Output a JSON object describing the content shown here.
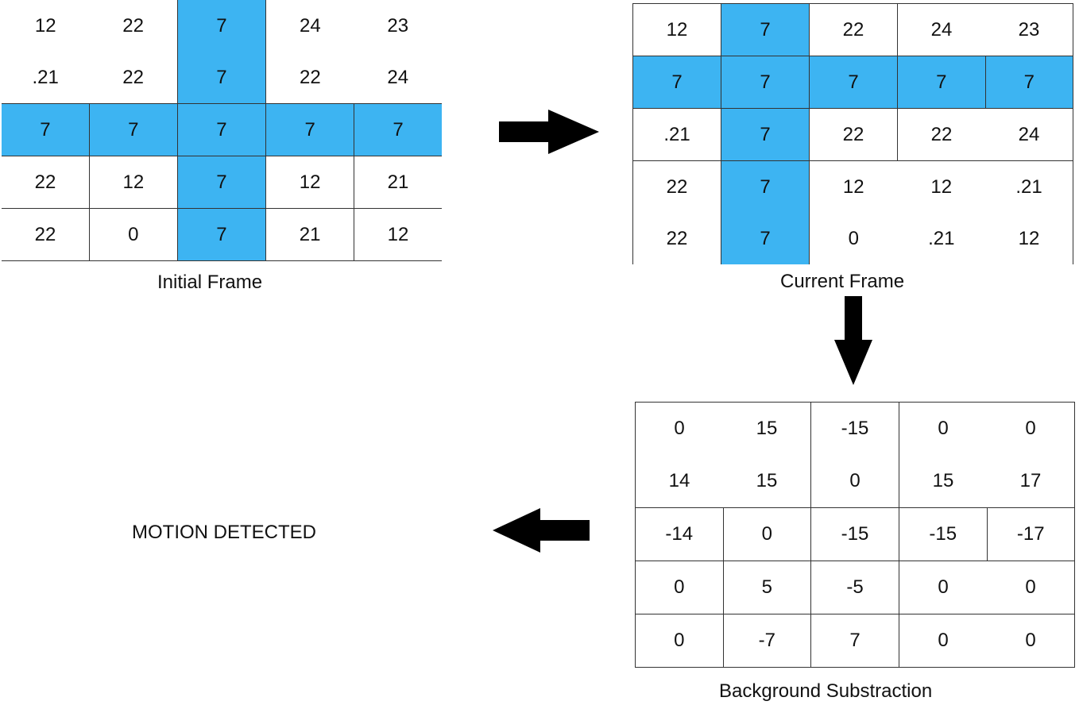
{
  "initial_frame": {
    "caption": "Initial Frame",
    "rows": [
      [
        "12",
        "22",
        "7",
        "24",
        "23"
      ],
      [
        ".21",
        "22",
        "7",
        "22",
        "24"
      ],
      [
        "7",
        "7",
        "7",
        "7",
        "7"
      ],
      [
        "22",
        "12",
        "7",
        "12",
        "21"
      ],
      [
        "22",
        "0",
        "7",
        "21",
        "12"
      ]
    ]
  },
  "current_frame": {
    "caption": "Current Frame",
    "rows": [
      [
        "12",
        "7",
        "22",
        "24",
        "23"
      ],
      [
        "7",
        "7",
        "7",
        "7",
        "7"
      ],
      [
        ".21",
        "7",
        "22",
        "22",
        "24"
      ],
      [
        "22",
        "7",
        "12",
        "12",
        ".21"
      ],
      [
        "22",
        "7",
        "0",
        ".21",
        "12"
      ]
    ]
  },
  "background_subtraction": {
    "caption": "Background Substraction",
    "rows": [
      [
        "0",
        "15",
        "-15",
        "0",
        "0"
      ],
      [
        "14",
        "15",
        "0",
        "15",
        "17"
      ],
      [
        "-14",
        "0",
        "-15",
        "-15",
        "-17"
      ],
      [
        "0",
        "5",
        "-5",
        "0",
        "0"
      ],
      [
        "0",
        "-7",
        "7",
        "0",
        "0"
      ]
    ]
  },
  "result": {
    "label": "MOTION DETECTED"
  },
  "colors": {
    "highlight": "#3db4f2",
    "arrow": "#000000",
    "grid_line": "#333333"
  },
  "icons": [
    "arrow-right-icon",
    "arrow-down-icon",
    "arrow-left-icon"
  ]
}
